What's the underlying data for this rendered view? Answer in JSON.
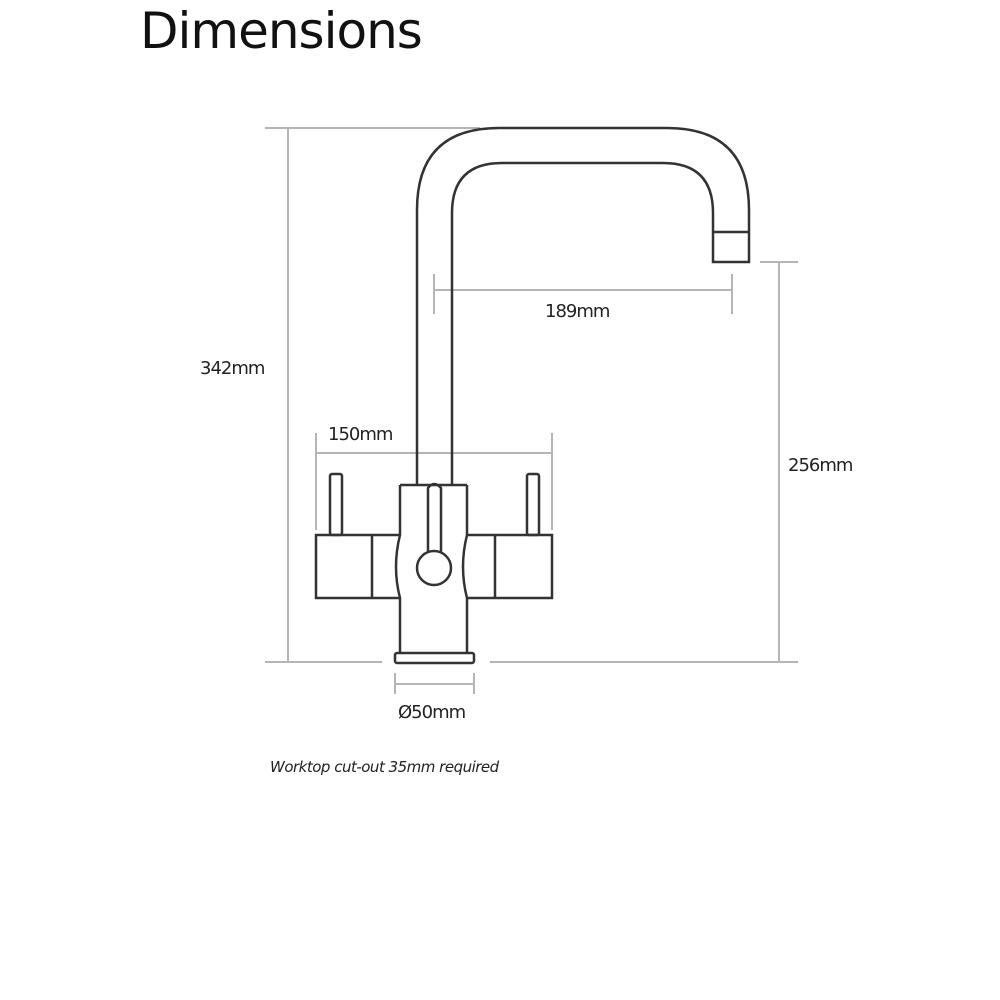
{
  "title": "Dimensions",
  "dimensions": {
    "overall_height": "342mm",
    "spout_reach": "189mm",
    "spout_height": "256mm",
    "handle_span": "150mm",
    "base_diameter": "Ø50mm"
  },
  "note": "Worktop cut-out 35mm required"
}
